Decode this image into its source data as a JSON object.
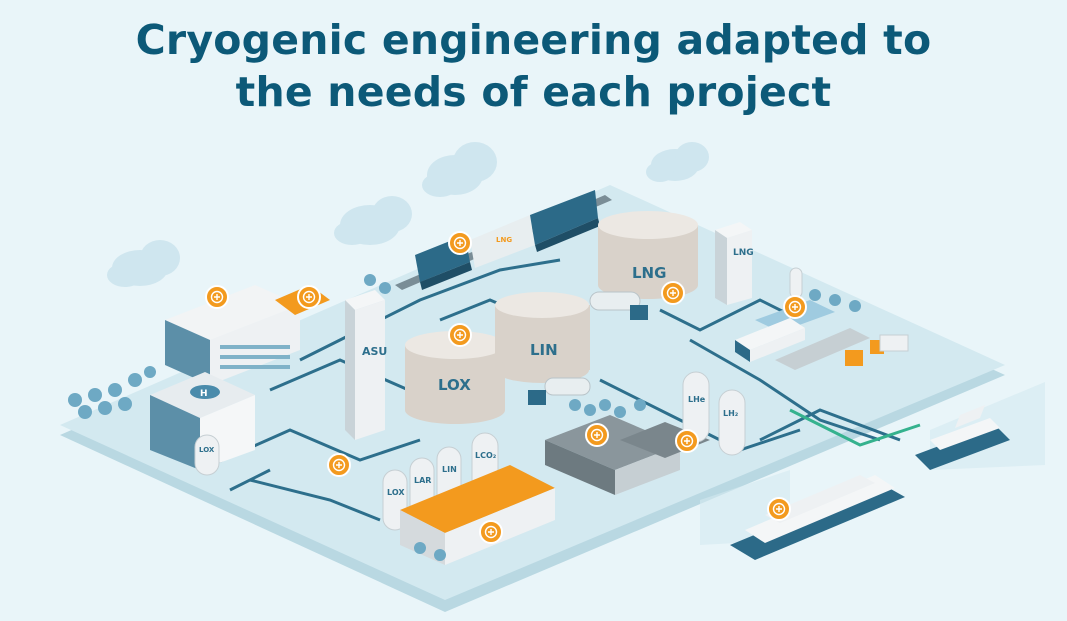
{
  "title": {
    "line1": "Cryogenic engineering adapted to",
    "line2": "the needs of each project"
  },
  "colors": {
    "background": "#e9f5f9",
    "title": "#0c5978",
    "platform": "#cfe7ee",
    "pipe": "#2d6f8c",
    "hotspot": "#f39a1e",
    "tank": "#dcd6cf"
  },
  "labels": {
    "asu": "ASU",
    "lox_tank": "LOX",
    "lin_tank": "LIN",
    "lng_tank": "LNG",
    "lng_column": "LNG",
    "lhe": "LHe",
    "lh2": "LH₂",
    "small_lox": "LOX",
    "small_lar": "LAR",
    "small_lin": "LIN",
    "small_lco2": "LCO₂",
    "hospital_lox": "LOX",
    "helipad": "H",
    "train_lng": "LNG"
  },
  "hotspot_icon": "plus-circle-icon"
}
